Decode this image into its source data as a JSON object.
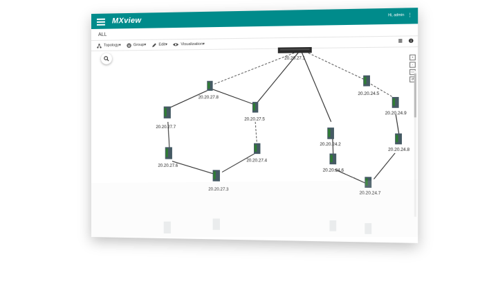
{
  "app": {
    "brand": "MXview",
    "user": "Hi, admin"
  },
  "breadcrumb": "ALL",
  "toolbar": {
    "topology_label": "Topology",
    "group_label": "Group",
    "edit_label": "Edit",
    "visualization_label": "Visualization"
  },
  "devices": [
    {
      "id": "core",
      "ip": "20.20.27.1"
    },
    {
      "id": "d278",
      "ip": "20.20.27.8"
    },
    {
      "id": "d277",
      "ip": "20.20.27.7"
    },
    {
      "id": "d275",
      "ip": "20.20.27.5"
    },
    {
      "id": "d276",
      "ip": "20.20.27.6"
    },
    {
      "id": "d274",
      "ip": "20.20.27.4"
    },
    {
      "id": "d273",
      "ip": "20.20.27.3"
    },
    {
      "id": "d242",
      "ip": "20.20.24.2"
    },
    {
      "id": "d245",
      "ip": "20.20.24.5"
    },
    {
      "id": "d249",
      "ip": "20.20.24.9"
    },
    {
      "id": "d246",
      "ip": "20.20.24.6"
    },
    {
      "id": "d248",
      "ip": "20.20.24.8"
    },
    {
      "id": "d247",
      "ip": "20.20.24.7"
    }
  ],
  "zoom_controls": [
    "+",
    "-",
    "fit",
    "reset"
  ],
  "colors": {
    "appbar": "#008b8b",
    "link": "#222222"
  }
}
